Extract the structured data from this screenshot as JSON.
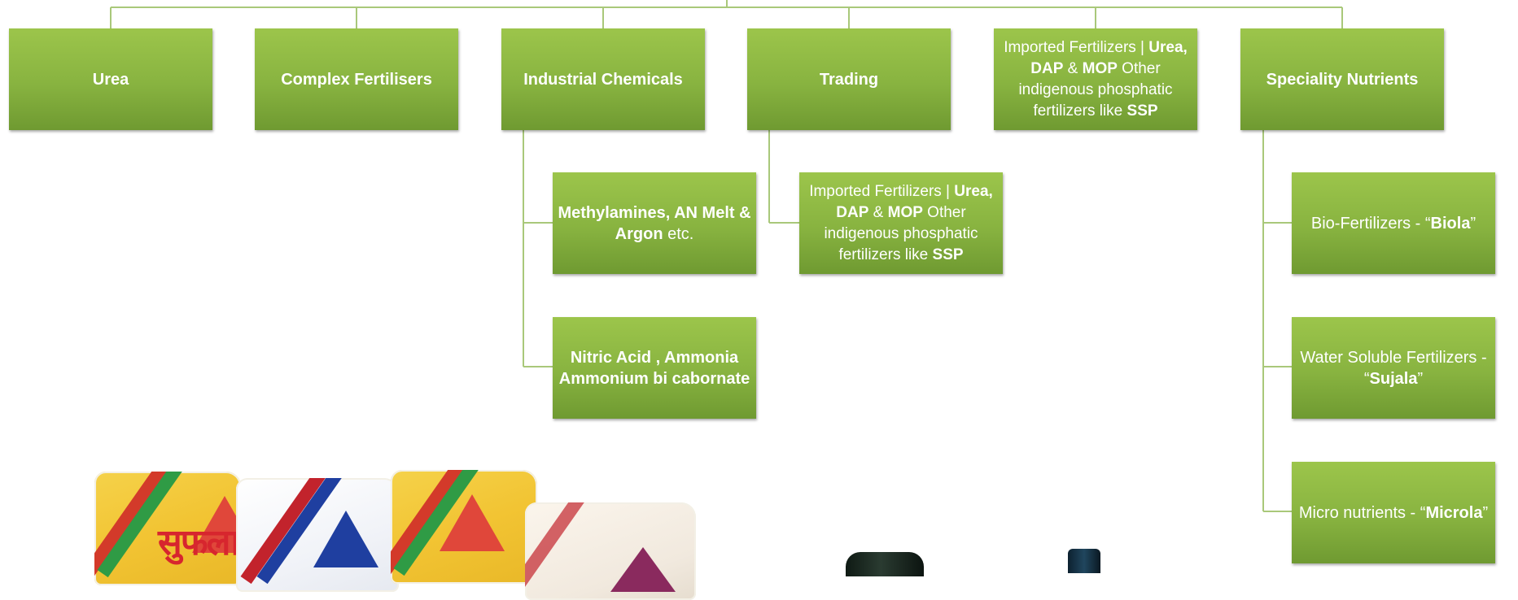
{
  "colors": {
    "box_top": "#9cc54b",
    "box_bottom": "#6f9a31",
    "connector": "#a9c87a",
    "text": "#ffffff"
  },
  "top_level": [
    {
      "id": "urea",
      "runs": [
        {
          "t": "Urea",
          "b": true
        }
      ]
    },
    {
      "id": "complex",
      "runs": [
        {
          "t": "Complex Fertilisers",
          "b": true
        }
      ]
    },
    {
      "id": "industrial",
      "runs": [
        {
          "t": "Industrial Chemicals",
          "b": true
        }
      ]
    },
    {
      "id": "trading",
      "runs": [
        {
          "t": "Trading",
          "b": true
        }
      ]
    },
    {
      "id": "imported-top",
      "runs": [
        {
          "t": "Imported Fertilizers | ",
          "b": false
        },
        {
          "t": "Urea, DAP",
          "b": true
        },
        {
          "t": " & ",
          "b": false
        },
        {
          "t": "MOP",
          "b": true
        },
        {
          "t": "  Other indigenous phosphatic fertilizers  like ",
          "b": false
        },
        {
          "t": "SSP",
          "b": true
        }
      ]
    },
    {
      "id": "speciality",
      "runs": [
        {
          "t": "Speciality Nutrients",
          "b": true
        }
      ]
    }
  ],
  "industrial_children": [
    {
      "id": "methylamines",
      "runs": [
        {
          "t": "Methylamines, AN Melt &  Argon",
          "b": true
        },
        {
          "t": " etc.",
          "b": false
        }
      ]
    },
    {
      "id": "nitric",
      "runs": [
        {
          "t": "Nitric  Acid , Ammonia Ammonium bi cabornate",
          "b": true
        }
      ]
    }
  ],
  "trading_children": [
    {
      "id": "imported-sub",
      "runs": [
        {
          "t": "Imported Fertilizers | ",
          "b": false
        },
        {
          "t": "Urea, DAP",
          "b": true
        },
        {
          "t": " & ",
          "b": false
        },
        {
          "t": "MOP",
          "b": true
        },
        {
          "t": "  Other indigenous phosphatic fertilizers  like ",
          "b": false
        },
        {
          "t": "SSP",
          "b": true
        }
      ]
    }
  ],
  "speciality_children": [
    {
      "id": "biola",
      "runs": [
        {
          "t": "Bio-Fertilizers - “",
          "b": false
        },
        {
          "t": "Biola",
          "b": true
        },
        {
          "t": "”",
          "b": false
        }
      ]
    },
    {
      "id": "sujala",
      "runs": [
        {
          "t": "Water Soluble Fertilizers - “",
          "b": false
        },
        {
          "t": "Sujala",
          "b": true
        },
        {
          "t": "”",
          "b": false
        }
      ]
    },
    {
      "id": "microla",
      "runs": [
        {
          "t": "Micro nutrients - “",
          "b": false
        },
        {
          "t": "Microla",
          "b": true
        },
        {
          "t": "”",
          "b": false
        }
      ]
    }
  ],
  "photos": {
    "bags_icon": "fertilizer-bags-photo",
    "bottles_icon": "liquid-bottles-photo"
  }
}
